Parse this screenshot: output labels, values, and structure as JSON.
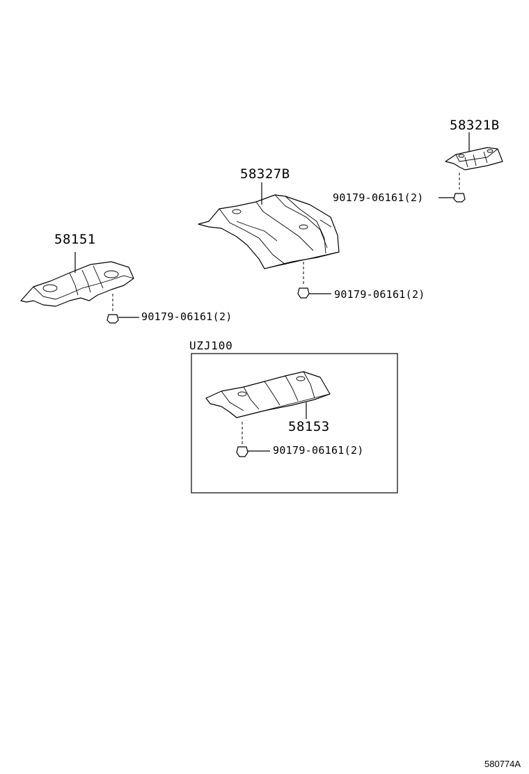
{
  "parts": {
    "p58327b": {
      "number": "58327B"
    },
    "p58321b": {
      "number": "58321B"
    },
    "p58151": {
      "number": "58151"
    },
    "p58153": {
      "number": "58153"
    }
  },
  "clips": {
    "clip_upper_right": {
      "label": "90179-06161(2)"
    },
    "clip_center": {
      "label": "90179-06161(2)"
    },
    "clip_left": {
      "label": "90179-06161(2)"
    },
    "clip_box": {
      "label": "90179-06161(2)"
    }
  },
  "variant_box": {
    "label": "UZJ100"
  },
  "figure": {
    "id": "580774A"
  }
}
